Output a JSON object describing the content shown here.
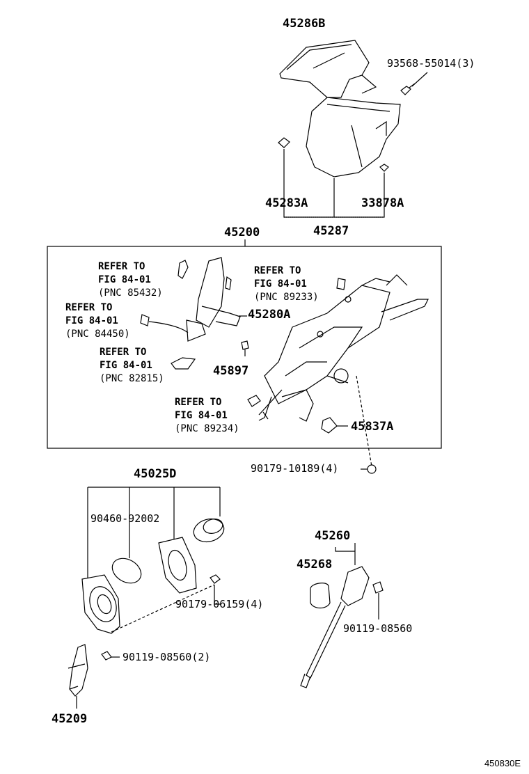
{
  "labels": {
    "p45286B": "45286B",
    "p93568": "93568-55014(3)",
    "p45283A": "45283A",
    "p33878A": "33878A",
    "p45287": "45287",
    "p45200": "45200",
    "p45280A": "45280A",
    "p45897": "45897",
    "p45837A": "45837A",
    "p90179_10189": "90179-10189(4)",
    "p45025D": "45025D",
    "p90460": "90460-92002",
    "p90179_06159": "90179-06159(4)",
    "p45260": "45260",
    "p45268": "45268",
    "p90119_08560": "90119-08560",
    "p90119_08560_2": "90119-08560(2)",
    "p45209": "45209"
  },
  "refs": [
    {
      "line1": "REFER TO",
      "line2": "FIG 84-01",
      "line3": "(PNC 85432)"
    },
    {
      "line1": "REFER TO",
      "line2": "FIG 84-01",
      "line3": "(PNC 89233)"
    },
    {
      "line1": "REFER TO",
      "line2": "FIG 84-01",
      "line3": "(PNC 84450)"
    },
    {
      "line1": "REFER TO",
      "line2": "FIG 84-01",
      "line3": "(PNC 82815)"
    },
    {
      "line1": "REFER TO",
      "line2": "FIG 84-01",
      "line3": "(PNC 89234)"
    }
  ],
  "figure_id": "450830E"
}
